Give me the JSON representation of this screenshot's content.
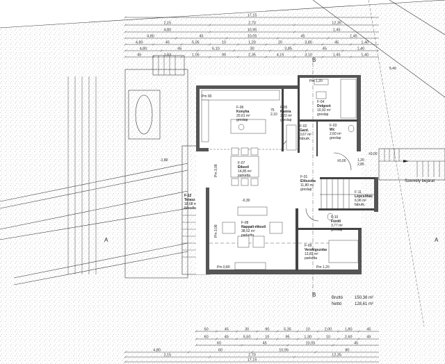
{
  "title_markers": {
    "section_a": "A",
    "section_b": "B"
  },
  "rooms": [
    {
      "code": "F-01",
      "name": "Előszoba",
      "area": "11,80 m²",
      "floor": "greslap"
    },
    {
      "code": "F-02",
      "name": "Gard.",
      "area": "3,67 m²",
      "floor": "faburk."
    },
    {
      "code": "F-03",
      "name": "Wc",
      "area": "2,60 m²",
      "floor": "greslap"
    },
    {
      "code": "F-04",
      "name": "Dolgozó",
      "area": "10,92 m²",
      "floor": "greslap"
    },
    {
      "code": "F-05",
      "name": "Kamra",
      "area": "2,22 m²",
      "floor": "greslap"
    },
    {
      "code": "F-06",
      "name": "Konyha",
      "area": "20,61 m²",
      "floor": "greslap"
    },
    {
      "code": "F-07",
      "name": "Étkező",
      "area": "14,85 m²",
      "floor": "parketta"
    },
    {
      "code": "F-08",
      "name": "Nappali-étkező",
      "area": "38,52 m²",
      "floor": "parketta"
    },
    {
      "code": "F-09",
      "name": "Vendégszoba",
      "area": "13,83 m²",
      "floor": "parketta"
    },
    {
      "code": "F-10",
      "name": "Fürdő",
      "area": "3,77 m²",
      "floor": "greslap"
    },
    {
      "code": "F-11",
      "name": "Lépcsőház",
      "area": "6,96 m²",
      "floor": "faburk."
    },
    {
      "code": "F-12",
      "name": "Terasz",
      "area": "18,68 m²",
      "floor": "Woodlook"
    }
  ],
  "levels": {
    "entrance": "±0,00",
    "hall": "±0,00",
    "living": "-0,30",
    "terrace": "-1,80"
  },
  "entrance_label": "Személy bejárat",
  "windows": {
    "kitchen": "Pm 90",
    "study": "Pm 1,20",
    "living_bottom": "Pm 0,80",
    "guest_bottom": "Pm 1,20",
    "living_side": "Pm 3,08",
    "dining_side": "Pm 3,08"
  },
  "summary": {
    "brutto_label": "Bruttó",
    "brutto_value": "150,38 m²",
    "netto_label": "Nettó",
    "netto_value": "128,61 m²"
  },
  "dims_top": [
    [
      "17,15"
    ],
    [
      "2,15",
      "2,70",
      "12,35"
    ],
    [
      "4,80",
      "10,95",
      "1,45"
    ],
    [
      "4,80",
      "45",
      "10,05",
      "45",
      "1,45"
    ],
    [
      "4,80",
      "45",
      "5,05",
      "10",
      "1,20",
      "20",
      "3,80",
      "45",
      "1,40"
    ],
    [
      "4,80",
      "45",
      "6,10",
      "30",
      "3,85",
      "45",
      "1,40"
    ],
    [
      "45",
      "1,83",
      "1,05",
      "90",
      "2,35",
      "4,15",
      "3,10",
      "1,45",
      "1,40"
    ]
  ],
  "dims_bottom": [
    [
      "60",
      "45",
      "30",
      "90",
      "5,35",
      "10",
      "2,00",
      "1,80",
      "45"
    ],
    [
      "60",
      "45",
      "5,50",
      "10",
      "95",
      "1,30",
      "10",
      "2,60",
      "45"
    ],
    [
      "60",
      "45",
      "10,05",
      "45"
    ],
    [
      "4,80",
      "60",
      "10,95",
      "80"
    ],
    [
      "2,15",
      "2,70",
      "12,35"
    ],
    [
      "17,15"
    ]
  ],
  "misc": {
    "door_h1": "2,10",
    "door_w1": "75",
    "stair_note": "1,20",
    "stair_note2": "2,85",
    "right_dim": "5,40"
  }
}
